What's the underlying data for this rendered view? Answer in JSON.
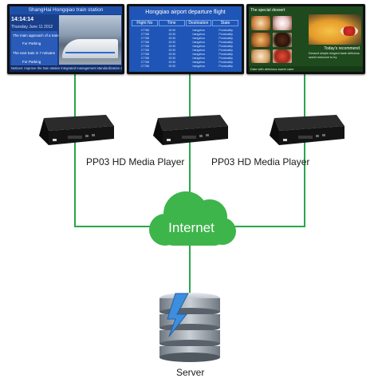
{
  "screens": [
    {
      "id": "train",
      "header": "ShangHai  Hongqiao  train  station",
      "time": "14:14:14",
      "date": "Thursday  June  11  2012",
      "line1": "The  main    approach  of  a  train",
      "line2": "For  Parking",
      "line3": "The  next  train       in   7  minutes",
      "line4": "For  Parking",
      "footer": "Notices:  Improve  the  train  station  integrated  management  standardization  and"
    },
    {
      "id": "airport",
      "header": "Hongqiao  airport  departure  flight",
      "columns": [
        "Flight  No",
        "Time",
        "Destination",
        "State"
      ],
      "rows": [
        [
          "C7788",
          "15:30",
          "hangzhou",
          "Punctuality"
        ],
        [
          "C7788",
          "15:30",
          "hangzhou",
          "Punctuality"
        ],
        [
          "C7788",
          "15:30",
          "hangzhou",
          "Punctuality"
        ],
        [
          "C7788",
          "15:30",
          "hangzhou",
          "Punctuality"
        ],
        [
          "C7788",
          "15:30",
          "hangzhou",
          "Punctuality"
        ],
        [
          "C7788",
          "15:30",
          "hangzhou",
          "Punctuality"
        ],
        [
          "C7788",
          "15:30",
          "hangzhou",
          "Punctuality"
        ],
        [
          "C7788",
          "15:30",
          "hangzhou",
          "Punctuality"
        ],
        [
          "C7788",
          "15:30",
          "hangzhou",
          "Punctuality"
        ],
        [
          "C7788",
          "15:30",
          "hangzhou",
          "Punctuality"
        ]
      ]
    },
    {
      "id": "restaurant",
      "header": "The  special  dessert",
      "caption": "Today's  recommend",
      "description": "Dessert  simple  elegant  taste  delicious  sweet  welcome  to  try",
      "footer": "Date     with     delicious     sweet     cake"
    }
  ],
  "players": [
    {
      "label": "PP03 HD Media Player"
    },
    {
      "label": "PP03 HD Media Player"
    }
  ],
  "network": {
    "label": "Internet",
    "color": "#3db54a"
  },
  "server": {
    "label": "Server"
  },
  "colors": {
    "line": "#2aa64a",
    "cloud": "#3db54a",
    "player": "#1b1b1b",
    "server_bolt": "#3d8fdd"
  }
}
